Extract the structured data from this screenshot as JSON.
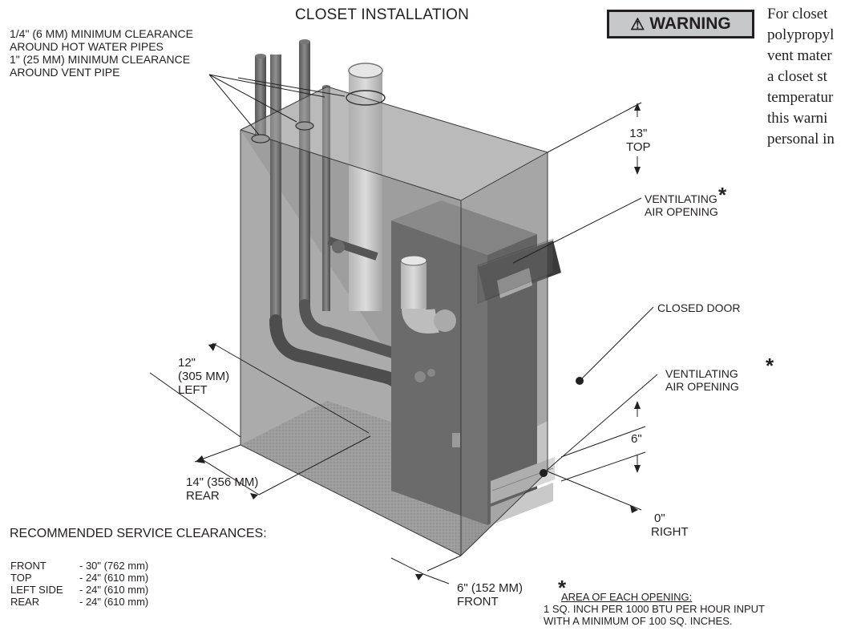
{
  "title": "CLOSET INSTALLATION",
  "warning": {
    "badge_label": "WARNING",
    "text_lines": [
      "For closet",
      "polypropyl",
      "vent mater",
      "a closet st",
      "temperatur",
      "this warni",
      "personal in"
    ]
  },
  "callouts": {
    "pipe_clearance": [
      "1/4\" (6 MM) MINIMUM CLEARANCE",
      "AROUND HOT WATER PIPES",
      "1\" (25 MM) MINIMUM CLEARANCE",
      "AROUND VENT PIPE"
    ],
    "top": [
      "13\"",
      "TOP"
    ],
    "vent_opening_upper": [
      "VENTILATING",
      "AIR OPENING"
    ],
    "closed_door": "CLOSED DOOR",
    "vent_opening_lower": [
      "VENTILATING",
      "AIR OPENING"
    ],
    "left": [
      "12\"",
      "(305 MM)",
      "LEFT"
    ],
    "rear": [
      "14\" (356 MM)",
      "REAR"
    ],
    "bottom_gap": "6\"",
    "right": [
      "0\"",
      "RIGHT"
    ],
    "front": [
      "6\" (152 MM)",
      "FRONT"
    ],
    "asterisk": "*"
  },
  "service_clearances": {
    "title": "RECOMMENDED SERVICE CLEARANCES:",
    "rows": [
      {
        "location": "FRONT",
        "value": "- 30\" (762 mm)"
      },
      {
        "location": "TOP",
        "value": "- 24\" (610 mm)"
      },
      {
        "location": "LEFT SIDE",
        "value": "- 24\" (610 mm)"
      },
      {
        "location": "REAR",
        "value": "- 24\" (610 mm)"
      }
    ]
  },
  "note": {
    "asterisk": "*",
    "title": "AREA OF EACH OPENING:",
    "lines": [
      "1 SQ. INCH PER 1000 BTU PER HOUR INPUT",
      "WITH A MINIMUM OF 100 SQ. INCHES."
    ]
  }
}
